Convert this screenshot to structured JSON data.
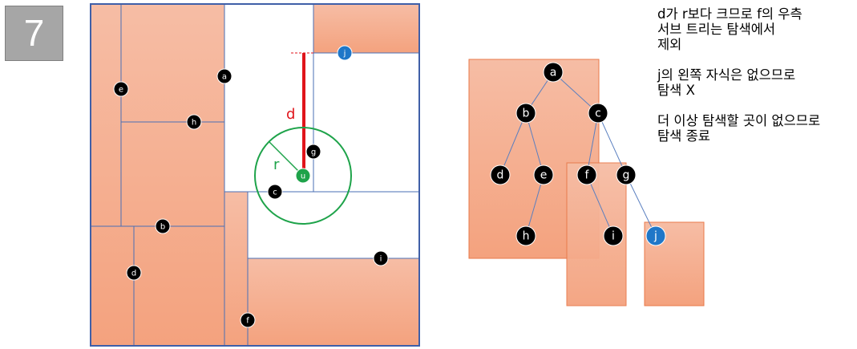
{
  "step": "7",
  "colors": {
    "region_top": "#f6bda5",
    "region_bottom": "#f4a27e",
    "region_line": "#4a6fb5",
    "frame": "#3f5fa8",
    "node": "#000000",
    "node_text": "#ffffff",
    "query_node": "#1ea34a",
    "target_node": "#1f77c8",
    "circle": "#1ea34a",
    "distance": "#e0141b",
    "tree_edge": "#5a7fc0",
    "tree_box_border": "#e8794a"
  },
  "labels": {
    "distance": "d",
    "radius": "r"
  },
  "space_points": [
    {
      "id": "a",
      "label": "a"
    },
    {
      "id": "e",
      "label": "e"
    },
    {
      "id": "h",
      "label": "h"
    },
    {
      "id": "b",
      "label": "b"
    },
    {
      "id": "d",
      "label": "d"
    },
    {
      "id": "f",
      "label": "f"
    },
    {
      "id": "c",
      "label": "c"
    },
    {
      "id": "g",
      "label": "g"
    },
    {
      "id": "u",
      "label": "u"
    },
    {
      "id": "i",
      "label": "i"
    },
    {
      "id": "j",
      "label": "j"
    }
  ],
  "tree_nodes": [
    {
      "id": "a",
      "label": "a"
    },
    {
      "id": "b",
      "label": "b"
    },
    {
      "id": "c",
      "label": "c"
    },
    {
      "id": "d",
      "label": "d"
    },
    {
      "id": "e",
      "label": "e"
    },
    {
      "id": "f",
      "label": "f"
    },
    {
      "id": "g",
      "label": "g"
    },
    {
      "id": "h",
      "label": "h"
    },
    {
      "id": "i",
      "label": "i"
    },
    {
      "id": "j",
      "label": "j"
    }
  ],
  "tree_edges": [
    [
      "a",
      "b"
    ],
    [
      "a",
      "c"
    ],
    [
      "b",
      "d"
    ],
    [
      "b",
      "e"
    ],
    [
      "e",
      "h"
    ],
    [
      "c",
      "f"
    ],
    [
      "c",
      "g"
    ],
    [
      "f",
      "i"
    ],
    [
      "g",
      "j"
    ]
  ],
  "notes": [
    "d가 r보다 크므로 f의 우측\n서브 트리는 탐색에서\n제외",
    "j의 왼쪽 자식은 없으므로\n탐색 X",
    "더 이상 탐색할 곳이 없으므로\n탐색 종료"
  ]
}
